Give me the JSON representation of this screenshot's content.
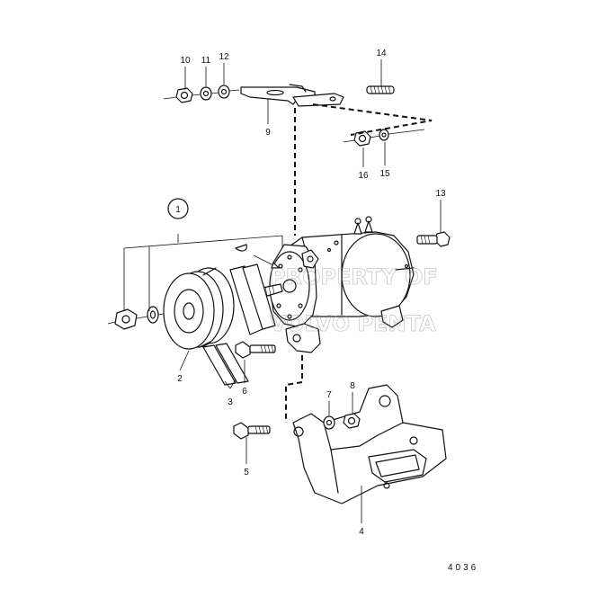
{
  "callouts": [
    "1",
    "2",
    "3",
    "4",
    "5",
    "6",
    "7",
    "8",
    "9",
    "10",
    "11",
    "12",
    "13",
    "14",
    "15",
    "16"
  ],
  "drawing_ref": "4036",
  "watermark": [
    "PROPERTY OF",
    "VOLVO PENTA"
  ]
}
